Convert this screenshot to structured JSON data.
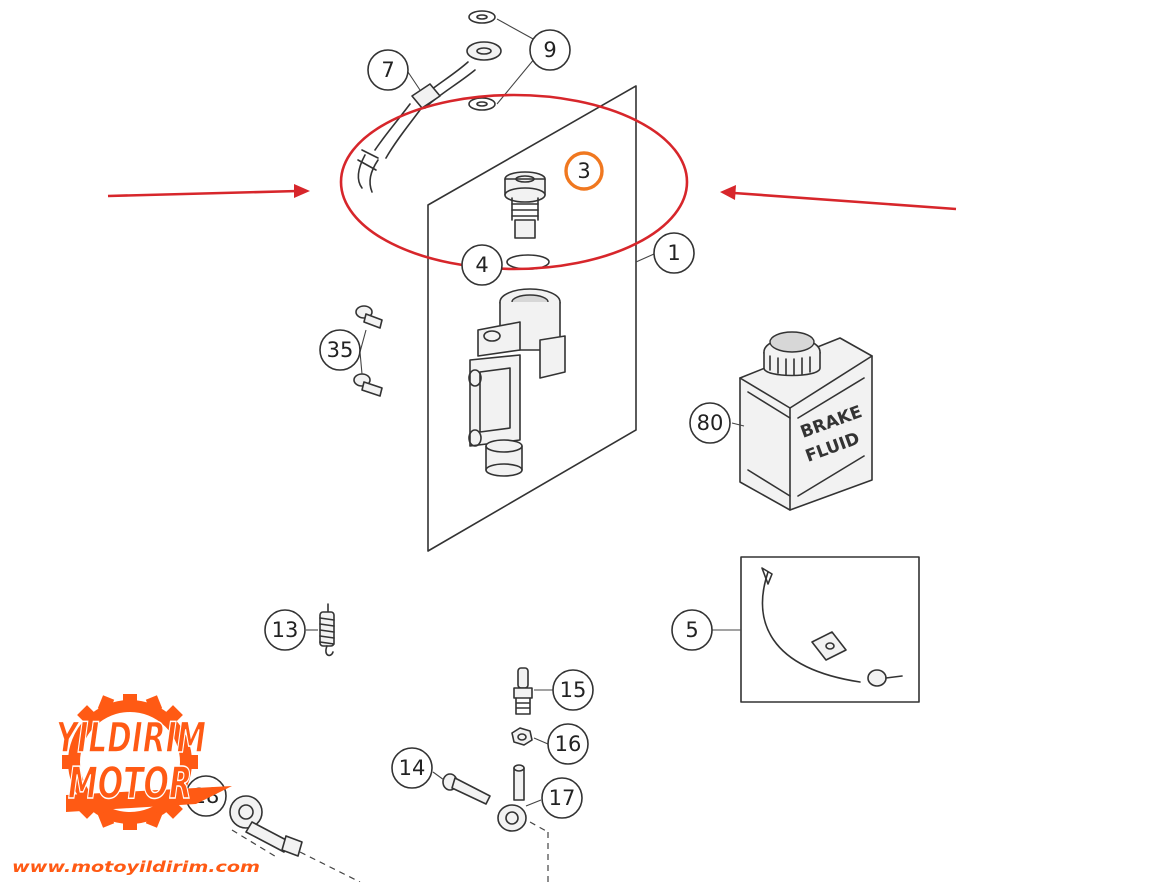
{
  "callouts": {
    "c7": "7",
    "c9": "9",
    "c3": "3",
    "c1": "1",
    "c4": "4",
    "c35": "35",
    "c80": "80",
    "c5": "5",
    "c13": "13",
    "c15": "15",
    "c16": "16",
    "c14": "14",
    "c17": "17",
    "c18": "18"
  },
  "brake_fluid_can": {
    "line1": "BRAKE",
    "line2": "FLUID"
  },
  "logo": {
    "line1": "YILDIRIM",
    "line2": "MOTOR",
    "url": "www.motoyildirim.com"
  },
  "colors": {
    "highlight_ellipse": "#d7262b",
    "arrows": "#d7262b",
    "highlight_circle": "#f07820",
    "logo": "#ff5a14",
    "line_art": "#333333"
  }
}
